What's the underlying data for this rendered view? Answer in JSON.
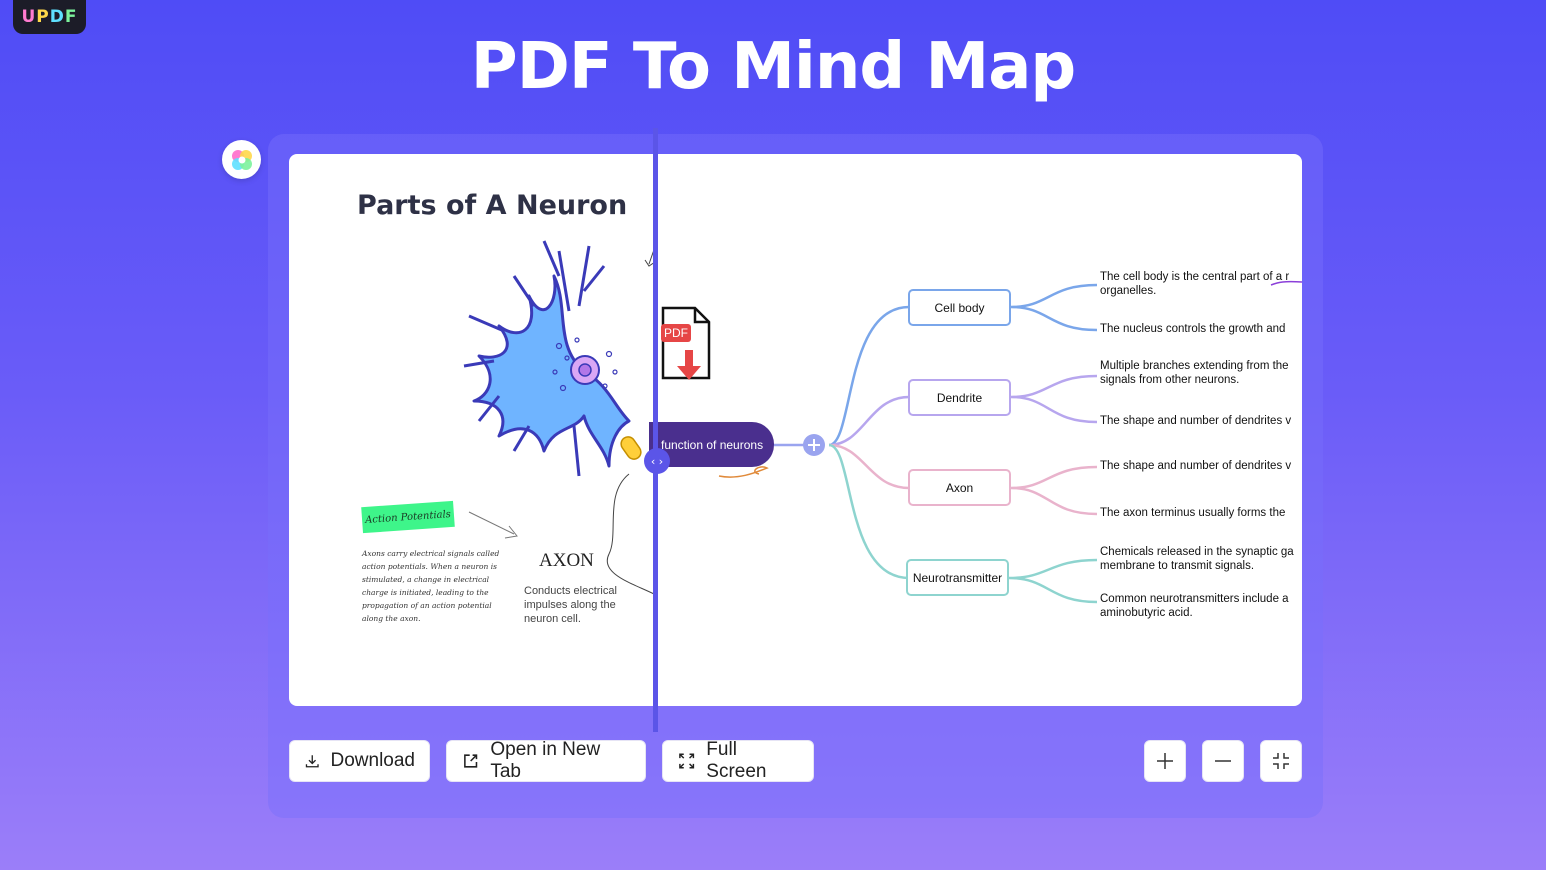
{
  "brand": {
    "letters": [
      "U",
      "P",
      "D",
      "F"
    ]
  },
  "page": {
    "title": "PDF To Mind Map"
  },
  "document": {
    "title": "Parts of A Neuron",
    "tag": "Action Potentials",
    "tag_text": "Axons carry electrical signals called action potentials. When a neuron is stimulated, a change in electrical charge is initiated, leading to the propagation of an action potential along the axon.",
    "axon_heading": "AXON",
    "axon_desc": "Conducts electrical impulses along the neuron cell.",
    "pdf_badge": "PDF"
  },
  "mindmap": {
    "root": "function of neurons",
    "branches": [
      {
        "label": "Cell body",
        "color": "#7aa6ea",
        "leaves": [
          "The cell body is the central part of a r",
          "organelles.",
          "The nucleus controls the growth and"
        ]
      },
      {
        "label": "Dendrite",
        "color": "#b7a6ee",
        "leaves": [
          "Multiple branches extending from the",
          "signals from other neurons.",
          "The shape and number of dendrites v"
        ]
      },
      {
        "label": "Axon",
        "color": "#e9b3cc",
        "leaves": [
          "The shape and number of dendrites v",
          "The axon terminus usually forms the"
        ]
      },
      {
        "label": "Neurotransmitter",
        "color": "#8ed4cf",
        "leaves": [
          "Chemicals released in the synaptic ga",
          "membrane to transmit signals.",
          "Common neurotransmitters include a",
          "aminobutyric acid."
        ]
      }
    ]
  },
  "toolbar": {
    "download": "Download",
    "open_new_tab": "Open in New Tab",
    "full_screen": "Full Screen"
  },
  "icons": {
    "download": "download-icon",
    "open": "external-link-icon",
    "fullscreen": "expand-icon",
    "zoom_in": "plus-icon",
    "zoom_out": "minus-icon",
    "fit": "collapse-icon"
  }
}
